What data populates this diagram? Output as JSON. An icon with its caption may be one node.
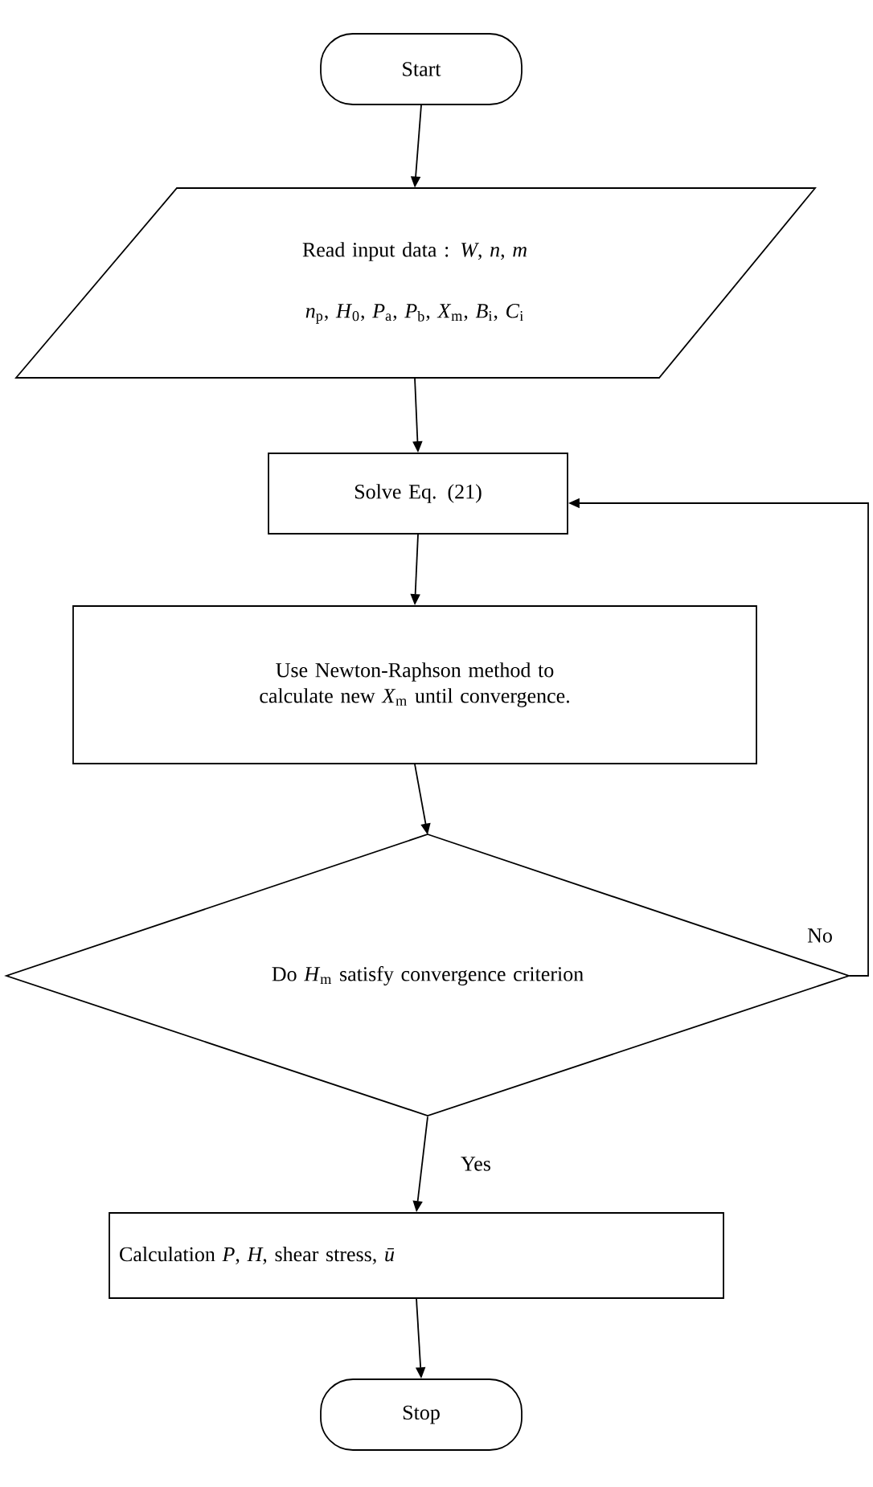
{
  "diagram": {
    "nodes": [
      {
        "text": [
          "Start"
        ]
      },
      {
        "text": [
          "Read input data : *W*, *n*, *m*",
          "*n*$_{p}$, *H*$_{0}$, *P*$_{a}$, *P*$_{b}$, *X*$_{m}$, *B*$_{i}$, *C*$_{i}$"
        ]
      },
      {
        "text": [
          "Solve Eq. (21)"
        ]
      },
      {
        "text": [
          "Use Newton-Raphson method to calculate new *X*$_{m}$ until convergence."
        ]
      },
      {
        "text": [
          "Do *H*$_{m}$ satisfy convergence criterion"
        ]
      },
      {
        "text": [
          "Calculation *P*, *H*, shear stress, *ū*"
        ]
      },
      {
        "text": [
          "Stop"
        ]
      }
    ],
    "edges": [
      {
        "from": 0,
        "to": 1,
        "arrow": "to"
      },
      {
        "from": 1,
        "to": 2,
        "arrow": "to"
      },
      {
        "from": 2,
        "to": 3,
        "arrow": "to"
      },
      {
        "from": 3,
        "to": 4,
        "arrow": "to"
      },
      {
        "from": 4,
        "to": 5,
        "arrow": "to",
        "label": "Yes"
      },
      {
        "from": 4,
        "to": 2,
        "arrow": "to",
        "label": "No"
      },
      {
        "from": 5,
        "to": 6,
        "arrow": "to"
      }
    ]
  }
}
